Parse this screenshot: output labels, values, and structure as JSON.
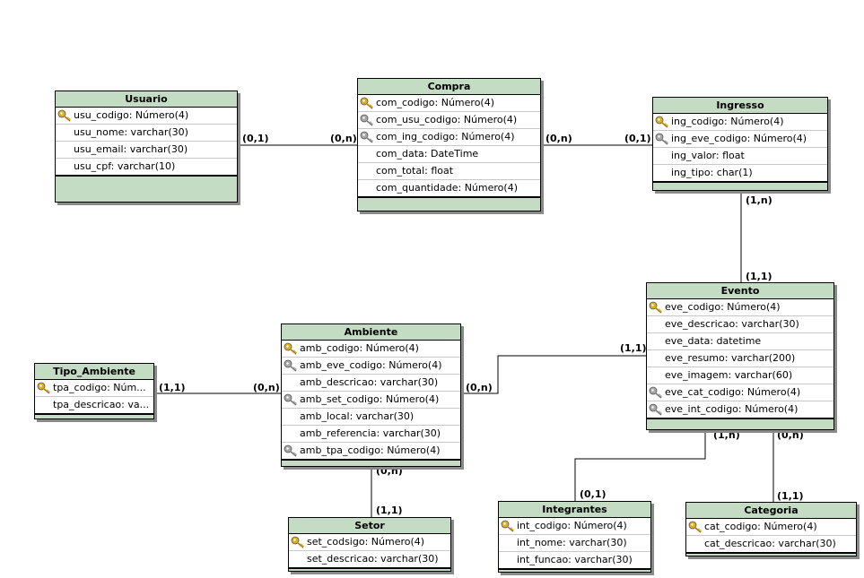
{
  "entities": {
    "usuario": {
      "title": "Usuario",
      "fields": [
        {
          "text": "usu_codigo: Número(4)",
          "key": "primary"
        },
        {
          "text": "usu_nome: varchar(30)",
          "key": ""
        },
        {
          "text": "usu_email: varchar(30)",
          "key": ""
        },
        {
          "text": "usu_cpf: varchar(10)",
          "key": ""
        }
      ]
    },
    "compra": {
      "title": "Compra",
      "fields": [
        {
          "text": "com_codigo: Número(4)",
          "key": "primary"
        },
        {
          "text": "com_usu_codigo: Número(4)",
          "key": "foreign"
        },
        {
          "text": "com_ing_codigo: Número(4)",
          "key": "foreign"
        },
        {
          "text": "com_data: DateTime",
          "key": ""
        },
        {
          "text": "com_total: float",
          "key": ""
        },
        {
          "text": "com_quantidade: Número(4)",
          "key": ""
        }
      ]
    },
    "ingresso": {
      "title": "Ingresso",
      "fields": [
        {
          "text": "ing_codigo: Número(4)",
          "key": "primary"
        },
        {
          "text": "ing_eve_codigo: Número(4)",
          "key": "foreign"
        },
        {
          "text": "ing_valor: float",
          "key": ""
        },
        {
          "text": "ing_tipo: char(1)",
          "key": ""
        }
      ]
    },
    "evento": {
      "title": "Evento",
      "fields": [
        {
          "text": "eve_codigo: Número(4)",
          "key": "primary"
        },
        {
          "text": "eve_descricao: varchar(30)",
          "key": ""
        },
        {
          "text": "eve_data: datetime",
          "key": ""
        },
        {
          "text": "eve_resumo: varchar(200)",
          "key": ""
        },
        {
          "text": "eve_imagem: varchar(60)",
          "key": ""
        },
        {
          "text": "eve_cat_codigo: Número(4)",
          "key": "foreign"
        },
        {
          "text": "eve_int_codigo: Número(4)",
          "key": "foreign"
        }
      ]
    },
    "ambiente": {
      "title": "Ambiente",
      "fields": [
        {
          "text": "amb_codigo: Número(4)",
          "key": "primary"
        },
        {
          "text": "amb_eve_codigo: Número(4)",
          "key": "foreign"
        },
        {
          "text": "amb_descricao: varchar(30)",
          "key": ""
        },
        {
          "text": "amb_set_codigo: Número(4)",
          "key": "foreign"
        },
        {
          "text": "amb_local: varchar(30)",
          "key": ""
        },
        {
          "text": "amb_referencia: varchar(30)",
          "key": ""
        },
        {
          "text": "amb_tpa_codigo: Número(4)",
          "key": "foreign"
        }
      ]
    },
    "tipo_ambiente": {
      "title": "Tipo_Ambiente",
      "fields": [
        {
          "text": "tpa_codigo: Núm...",
          "key": "primary"
        },
        {
          "text": "tpa_descricao: va...",
          "key": ""
        }
      ]
    },
    "setor": {
      "title": "Setor",
      "fields": [
        {
          "text": "set_codsigo: Número(4)",
          "key": "primary"
        },
        {
          "text": "set_descricao: varchar(30)",
          "key": ""
        }
      ]
    },
    "integrantes": {
      "title": "Integrantes",
      "fields": [
        {
          "text": "int_codigo: Número(4)",
          "key": "primary"
        },
        {
          "text": "int_nome: varchar(30)",
          "key": ""
        },
        {
          "text": "int_funcao: varchar(30)",
          "key": ""
        }
      ]
    },
    "categoria": {
      "title": "Categoria",
      "fields": [
        {
          "text": "cat_codigo: Número(4)",
          "key": "primary"
        },
        {
          "text": "cat_descricao: varchar(30)",
          "key": ""
        }
      ]
    }
  },
  "relationships": [
    {
      "from": "usuario",
      "to": "compra",
      "from_card": "(0,1)",
      "to_card": "(0,n)"
    },
    {
      "from": "compra",
      "to": "ingresso",
      "from_card": "(0,n)",
      "to_card": "(0,1)"
    },
    {
      "from": "ingresso",
      "to": "evento",
      "from_card": "(1,n)",
      "to_card": "(1,1)"
    },
    {
      "from": "evento",
      "to": "ambiente",
      "from_card": "(1,1)",
      "to_card": "(0,n)"
    },
    {
      "from": "tipo_ambiente",
      "to": "ambiente",
      "from_card": "(1,1)",
      "to_card": "(0,n)"
    },
    {
      "from": "ambiente",
      "to": "setor",
      "from_card": "(0,n)",
      "to_card": "(1,1)"
    },
    {
      "from": "evento",
      "to": "integrantes",
      "from_card": "(1,n)",
      "to_card": "(0,1)"
    },
    {
      "from": "evento",
      "to": "categoria",
      "from_card": "(0,n)",
      "to_card": "(1,1)"
    }
  ],
  "colors": {
    "header_fill": "#c3dcc3",
    "primary_key": "#e0b020",
    "foreign_key": "#a8a8a8",
    "line": "#000000",
    "shadow": "#8a8a8a"
  }
}
